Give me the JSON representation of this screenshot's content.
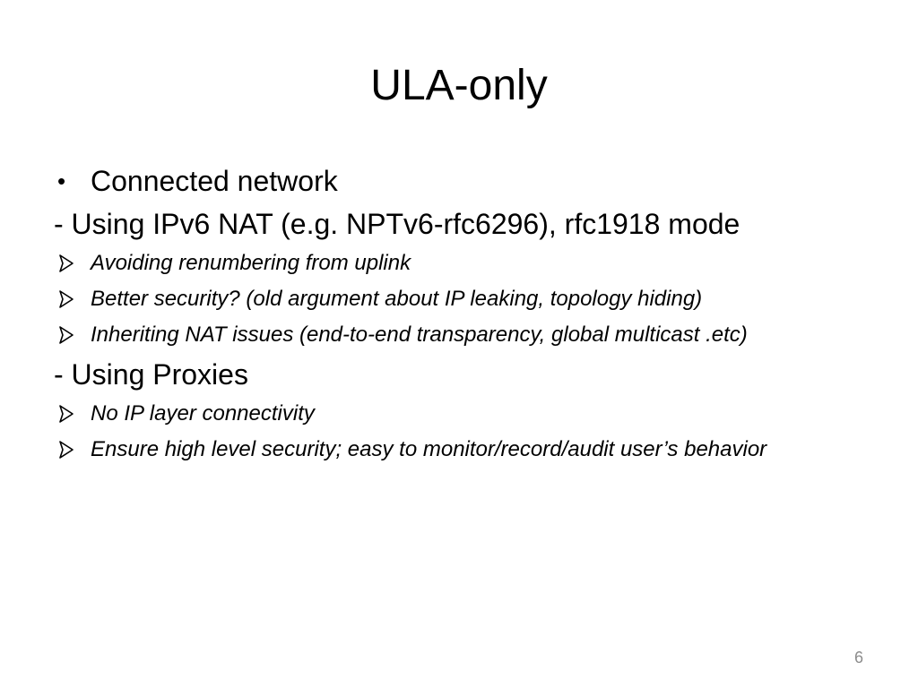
{
  "slide": {
    "title": "ULA-only",
    "page_number": "6",
    "items": [
      {
        "marker": "•",
        "text": "Connected network"
      },
      {
        "marker": "",
        "text": "- Using IPv6 NAT (e.g. NPTv6-rfc6296), rfc1918 mode"
      },
      {
        "marker": "arrow-icon",
        "text": "Avoiding renumbering from uplink"
      },
      {
        "marker": "arrow-icon",
        "text": "Better security? (old argument about IP leaking, topology hiding)"
      },
      {
        "marker": "arrow-icon",
        "text": "Inheriting NAT issues (end-to-end transparency, global multicast .etc)"
      },
      {
        "marker": "",
        "text": "- Using Proxies"
      },
      {
        "marker": "arrow-icon",
        "text": "No IP layer connectivity"
      },
      {
        "marker": "arrow-icon",
        "text": "Ensure high level security; easy to monitor/record/audit user’s behavior"
      }
    ]
  }
}
